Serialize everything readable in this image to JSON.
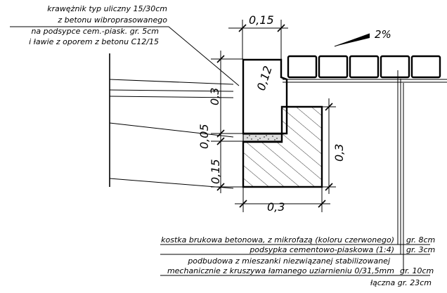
{
  "curb_note": {
    "lines": [
      "krawężnik typ uliczny 15/30cm",
      "z betonu wibroprasowanego",
      "na podsypce cem.-piask. gr. 5cm",
      "i ławie z oporem z betonu C12/15"
    ]
  },
  "slope_label": "2%",
  "dimensions": {
    "top_width": "0,15",
    "curb_height": "0,12",
    "total_height": "0,3",
    "bedding_height": "0,05",
    "bench_height": "0,15",
    "bench_side_height": "0,3",
    "bench_width": "0,3"
  },
  "layers": [
    {
      "description": "kostka brukowa betonowa, z mikrofazą (koloru czerwonego)",
      "thickness": "gr. 8cm"
    },
    {
      "description": "podsypka cementowo-piaskowa (1:4)",
      "thickness": "gr. 3cm"
    },
    {
      "description_lines": [
        "podbudowa z mieszanki niezwiązanej stabilizowanej",
        "mechanicznie z kruszywa łamanego uziarnieniu 0/31,5mm"
      ],
      "thickness": "gr. 10cm"
    }
  ],
  "total": "łączna gr. 23cm"
}
